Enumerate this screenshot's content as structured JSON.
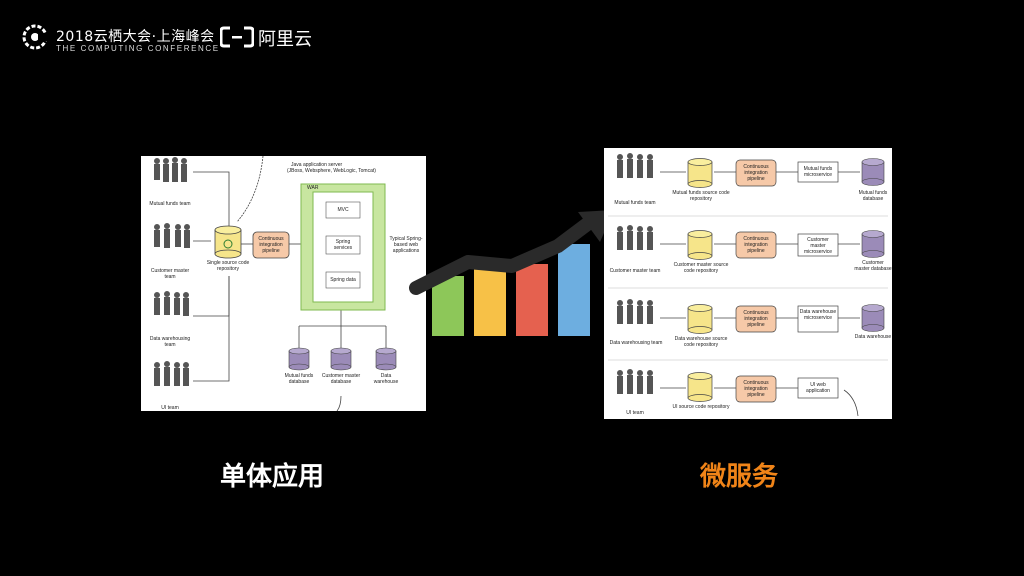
{
  "header": {
    "conference_title": "2018云栖大会·上海峰会",
    "conference_subtitle": "THE COMPUTING CONFERENCE",
    "brand_name": "阿里云"
  },
  "monolith_diagram": {
    "server_title": "Java application server",
    "server_subtitle": "(JBoss, Websphere, WebLogic, Tomcat)",
    "war_label": "WAR",
    "modules": [
      "MVC",
      "Spring services",
      "Spring data"
    ],
    "typical_label": "Typical Spring-based web applications",
    "repo_label": "Single source code repository",
    "pipeline_label": "Continuous integration pipeline",
    "teams": [
      "Mutual funds team",
      "Customer master team",
      "Data warehousing team",
      "UI team"
    ],
    "databases": [
      "Mutual funds database",
      "Customer master database",
      "Data warehouse"
    ]
  },
  "microservices_diagram": {
    "rows": [
      {
        "team": "Mutual funds team",
        "repo": "Mutual funds source code repository",
        "pipeline": "Continuous integration pipeline",
        "service": "Mutual funds microservice",
        "database": "Mutual funds database"
      },
      {
        "team": "Customer master team",
        "repo": "Customer master source code repository",
        "pipeline": "Continuous integration pipeline",
        "service": "Customer master microservice",
        "database": "Customer master database"
      },
      {
        "team": "Data warehousing team",
        "repo": "Data warehouse source code repository",
        "pipeline": "Continuous integration pipeline",
        "service": "Data warehouse microservice",
        "database": "Data warehouse"
      },
      {
        "team": "UI team",
        "repo": "UI source code repository",
        "pipeline": "Continuous integration pipeline",
        "service": "UI web application",
        "database": ""
      }
    ]
  },
  "growth_graphic": {
    "bar_colors": [
      "#8dc759",
      "#f7c147",
      "#e5614f",
      "#6daee0"
    ],
    "arrow_color": "#2a2a2a"
  },
  "captions": {
    "left": "单体应用",
    "right": "微服务"
  },
  "colors": {
    "accent_orange": "#f08418",
    "background": "#000000",
    "war_green": "#c8e6a0",
    "repo_yellow": "#f6e58a",
    "pipeline_peach": "#f6c9a8",
    "db_purple": "#9b8bb8"
  }
}
